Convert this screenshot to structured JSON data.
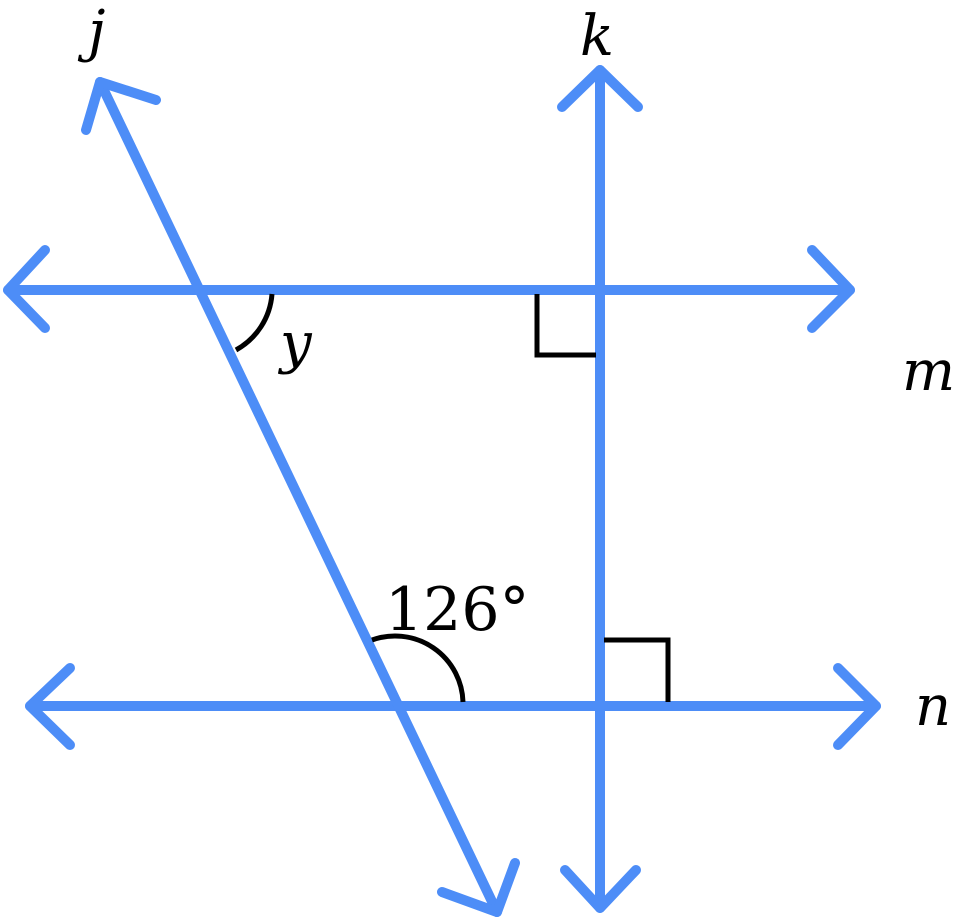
{
  "colors": {
    "line": "#4d8df7",
    "mark": "#000000"
  },
  "lines": {
    "j": {
      "label": "j"
    },
    "k": {
      "label": "k"
    },
    "m": {
      "label": "m"
    },
    "n": {
      "label": "n"
    }
  },
  "angles": {
    "known": {
      "text": "126°"
    },
    "unknown": {
      "label": "y"
    }
  }
}
